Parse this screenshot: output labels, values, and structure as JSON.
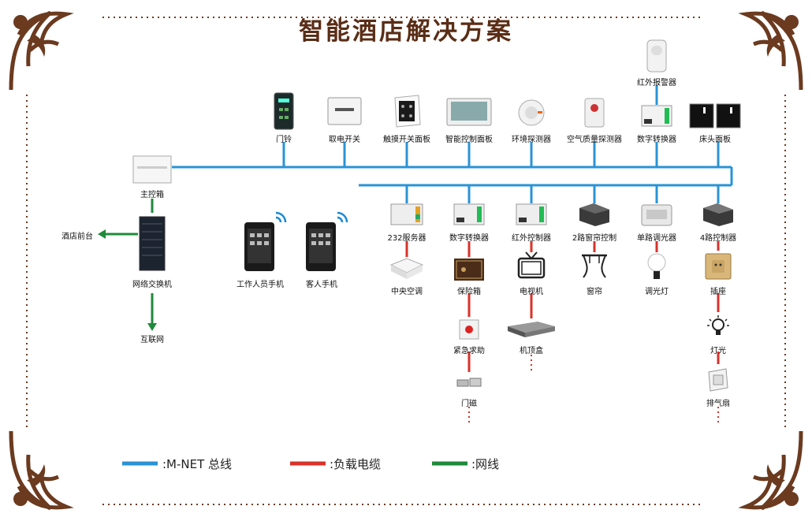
{
  "title": "智能酒店解决方案",
  "colors": {
    "mnet": "#2a93d5",
    "load": "#d9322a",
    "net": "#1f8a3c",
    "border": "#6b3a1f"
  },
  "top_devices": [
    "红外报警器",
    "门铃",
    "取电开关",
    "触摸开关面板",
    "智能控制面板",
    "环境探测器",
    "空气质量探测器",
    "数字转换器",
    "床头面板"
  ],
  "left": {
    "main_box": "主控箱",
    "switch": "网络交换机",
    "front_desk": "酒店前台",
    "internet": "互联网"
  },
  "phones": [
    "工作人员手机",
    "客人手机"
  ],
  "bottom_controllers": [
    "232服务器",
    "数字转换器",
    "红外控制器",
    "2路窗帘控制",
    "单路调光器",
    "4路控制器"
  ],
  "loads": {
    "col1": [
      "中央空调"
    ],
    "col2": [
      "保险箱",
      "紧急求助",
      "门磁"
    ],
    "col3": [
      "电视机",
      "机顶盒"
    ],
    "col4": [
      "窗帘"
    ],
    "col5": [
      "调光灯"
    ],
    "col6": [
      "插座",
      "灯光",
      "排气扇"
    ]
  },
  "legend": [
    {
      "label": ":M-NET 总线",
      "color": "#2a93d5"
    },
    {
      "label": ":负载电缆",
      "color": "#d9322a"
    },
    {
      "label": ":网线",
      "color": "#1f8a3c"
    }
  ]
}
